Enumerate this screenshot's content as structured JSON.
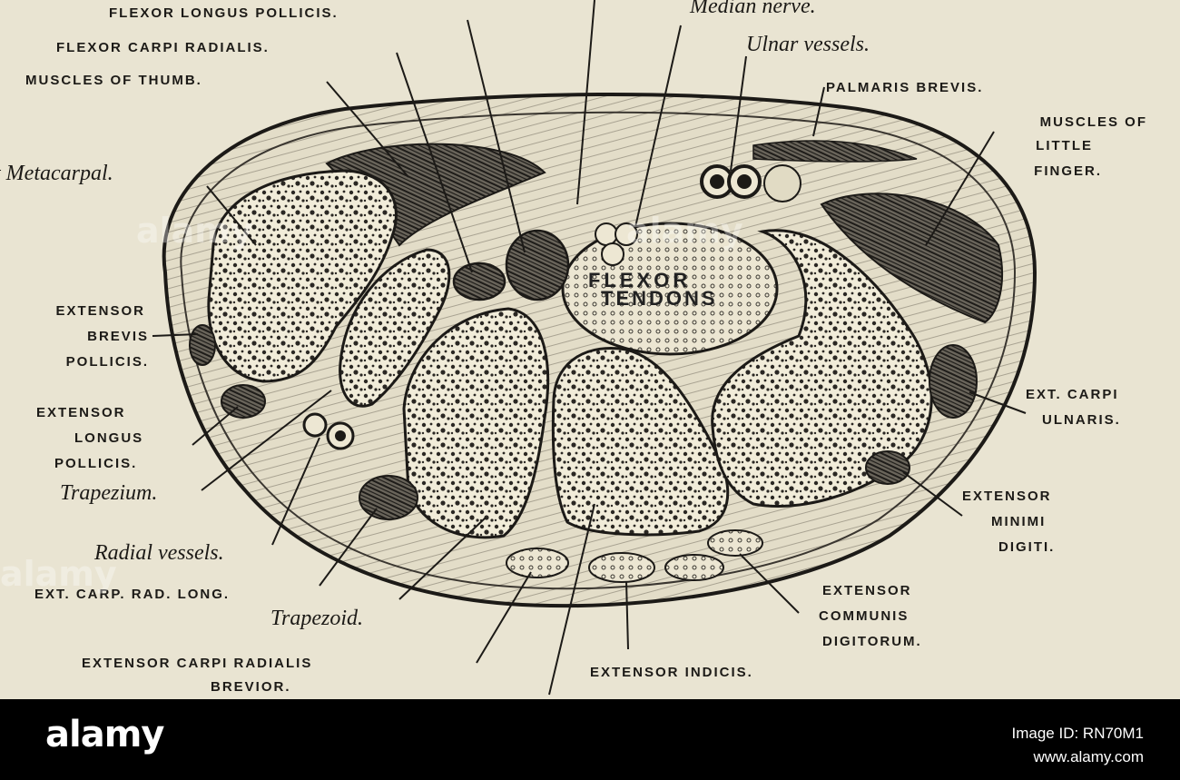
{
  "labels": {
    "flexor_longus_pollicis": "FLEXOR LONGUS POLLICIS.",
    "flexor_carpi_radialis": "FLEXOR CARPI RADIALIS.",
    "muscles_of_thumb": "MUSCLES OF THUMB.",
    "metacarpal": "t Metacarpal.",
    "median_nerve": "Median nerve.",
    "ulnar_vessels": "Ulnar vessels.",
    "palmaris_brevis": "PALMARIS BREVIS.",
    "muscles_little_finger_1": "MUSCLES OF",
    "muscles_little_finger_2": "LITTLE",
    "muscles_little_finger_3": "FINGER.",
    "ext_brevis_1": "EXTENSOR",
    "ext_brevis_2": "BREVIS",
    "ext_brevis_3": "POLLICIS.",
    "ext_longus_1": "EXTENSOR",
    "ext_longus_2": "LONGUS",
    "ext_longus_3": "POLLICIS.",
    "trapezium": "Trapezium.",
    "radial_vessels": "Radial vessels.",
    "ext_carp_rad_long": "EXT. CARP. RAD. LONG.",
    "trapezoid": "Trapezoid.",
    "ext_carpi_rad_brevior_1": "EXTENSOR CARPI RADIALIS",
    "ext_carpi_rad_brevior_2": "BREVIOR.",
    "ext_indicis": "EXTENSOR INDICIS.",
    "ext_communis_1": "EXTENSOR",
    "ext_communis_2": "COMMUNIS",
    "ext_communis_3": "DIGITORUM.",
    "ext_minimi_1": "EXTENSOR",
    "ext_minimi_2": "MINIMI",
    "ext_minimi_3": "DIGITI.",
    "ext_carpi_ulnaris_1": "EXT. CARPI",
    "ext_carpi_ulnaris_2": "ULNARIS.",
    "flexor": "FLEXOR",
    "tendons": "TENDONS"
  },
  "watermark": {
    "logo": "alamy",
    "image_id": "Image ID: RN70M1",
    "site": "www.alamy.com",
    "overlay": "alamy"
  },
  "colors": {
    "paper": "#e9e4d2",
    "ink": "#1c1a17",
    "bar": "#000000"
  }
}
